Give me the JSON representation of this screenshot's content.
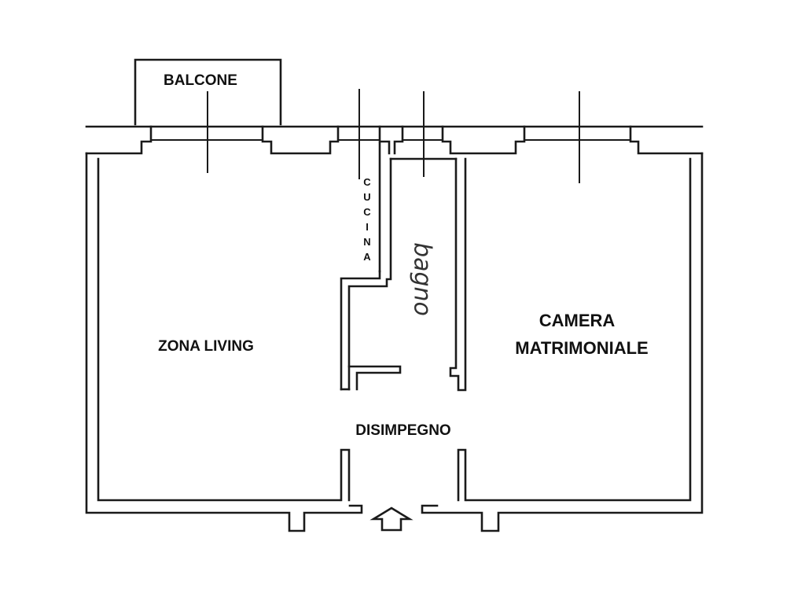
{
  "plan": {
    "rooms": {
      "balcone": "BALCONE",
      "cucina": [
        "C",
        "U",
        "C",
        "I",
        "N",
        "A"
      ],
      "bagno": "bagno",
      "zona_living": "ZONA LIVING",
      "camera_line1": "CAMERA",
      "camera_line2": "MATRIMONIALE",
      "disimpegno": "DISIMPEGNO"
    },
    "entrance_arrow": "entrance-arrow-icon"
  }
}
